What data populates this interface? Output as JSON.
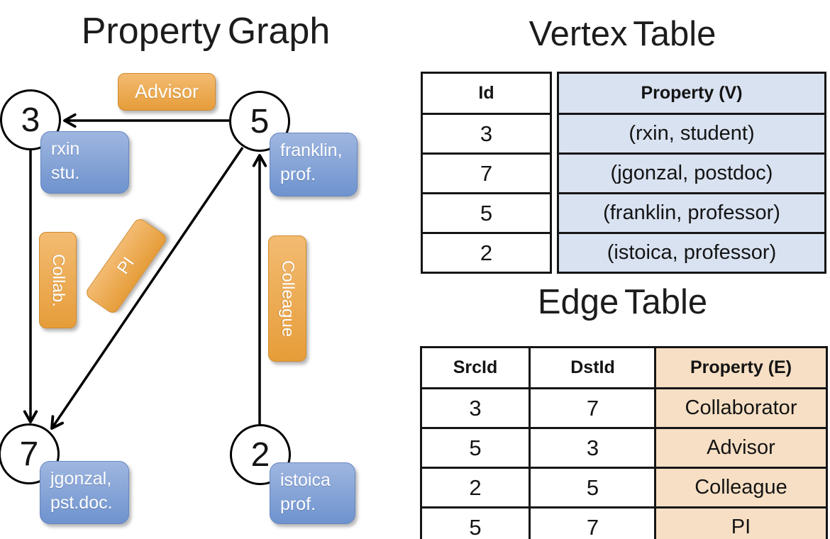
{
  "graph": {
    "title": "Property Graph",
    "nodes": [
      {
        "id": "3",
        "label": "rxin\nstu."
      },
      {
        "id": "5",
        "label": "franklin,\nprof."
      },
      {
        "id": "7",
        "label": "jgonzal,\npst.doc."
      },
      {
        "id": "2",
        "label": "istoica\nprof."
      }
    ],
    "edge_labels": {
      "advisor": "Advisor",
      "collab": "Collab.",
      "pi": "PI",
      "colleague": "Colleague"
    }
  },
  "vertex_table": {
    "title": "Vertex Table",
    "columns": {
      "id": "Id",
      "property": "Property (V)"
    },
    "rows": [
      {
        "id": "3",
        "property": "(rxin, student)"
      },
      {
        "id": "7",
        "property": "(jgonzal, postdoc)"
      },
      {
        "id": "5",
        "property": "(franklin, professor)"
      },
      {
        "id": "2",
        "property": "(istoica, professor)"
      }
    ]
  },
  "edge_table": {
    "title": "Edge Table",
    "columns": {
      "src": "SrcId",
      "dst": "DstId",
      "property": "Property (E)"
    },
    "rows": [
      {
        "src": "3",
        "dst": "7",
        "property": "Collaborator"
      },
      {
        "src": "5",
        "dst": "3",
        "property": "Advisor"
      },
      {
        "src": "2",
        "dst": "5",
        "property": "Colleague"
      },
      {
        "src": "5",
        "dst": "7",
        "property": "PI"
      }
    ]
  },
  "colors": {
    "edge-label-top": "#f3bb71",
    "edge-label-bottom": "#e69d3a",
    "edge-label-border": "#cf8a2f",
    "vertex-label-top": "#9fb6e0",
    "vertex-label-bottom": "#6e93ce",
    "vertex-label-border": "#6486c0",
    "vertex-prop-bg": "#d9e2f1",
    "edge-prop-bg": "#f6dfc4",
    "line": "#000000"
  }
}
